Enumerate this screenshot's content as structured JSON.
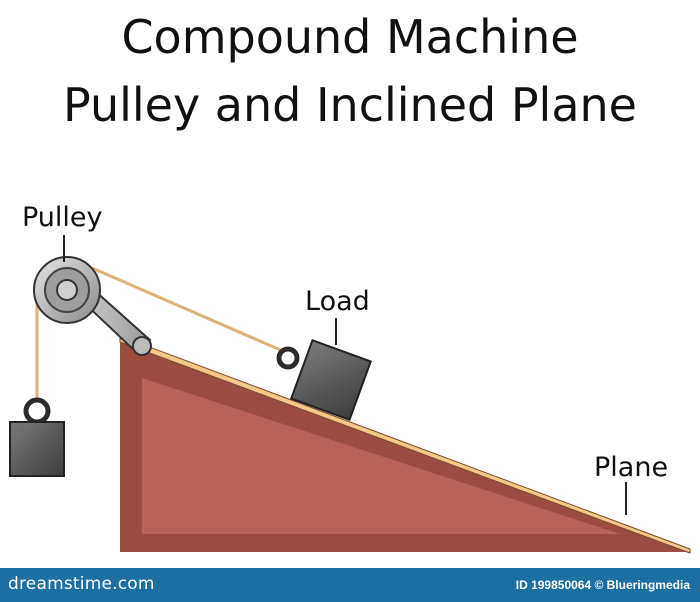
{
  "title": {
    "line1": "Compound Machine",
    "line2": "Pulley and Inclined Plane"
  },
  "labels": {
    "pulley": "Pulley",
    "load": "Load",
    "plane": "Plane"
  },
  "footer": {
    "logo": "dreamstime.com",
    "credit": "ID 199850064 © Blueringmedia"
  },
  "colors": {
    "plane_fill": "#b86456",
    "plane_edge": "#9a4d3f",
    "plane_top": "#f2c98a",
    "rope": "#d9b37a",
    "weight": "#555555",
    "footer": "#1d6fa3"
  }
}
